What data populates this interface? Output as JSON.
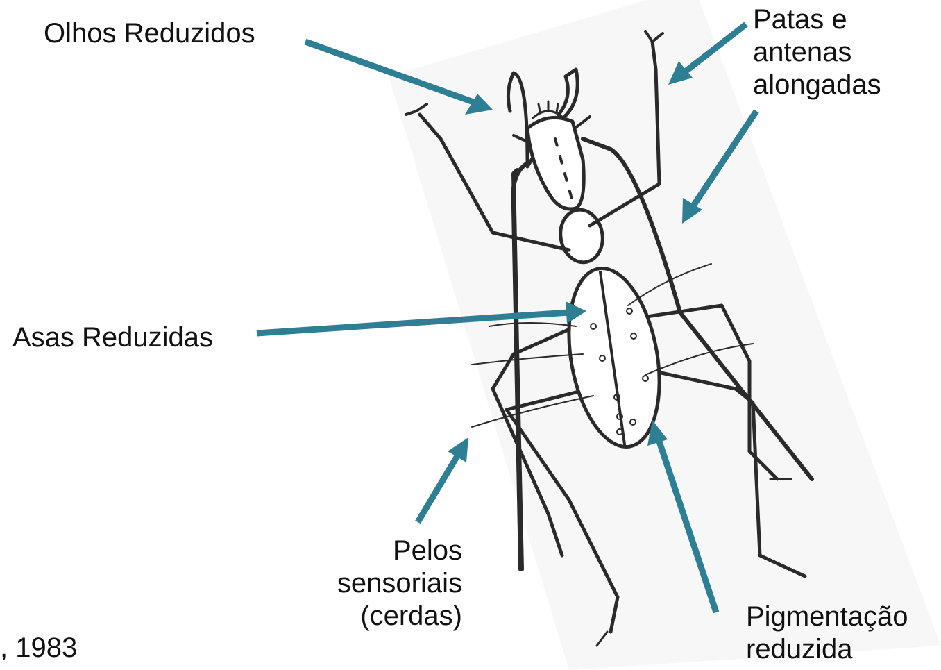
{
  "labels": {
    "eyes": "Olhos Reduzidos",
    "legs_antennae": [
      "Patas e",
      "antenas",
      "alongadas"
    ],
    "wings": "Asas Reduzidas",
    "hairs": [
      "Pelos",
      "sensoriais",
      "(cerdas)"
    ],
    "pigment": [
      "Pigmentação",
      "reduzida"
    ],
    "citation": ", 1983"
  },
  "colors": {
    "arrow": "#2f7f94",
    "drawing": "#2a2a2a",
    "text": "#111111"
  },
  "icons": {
    "insect": "cave-beetle-line-drawing"
  }
}
